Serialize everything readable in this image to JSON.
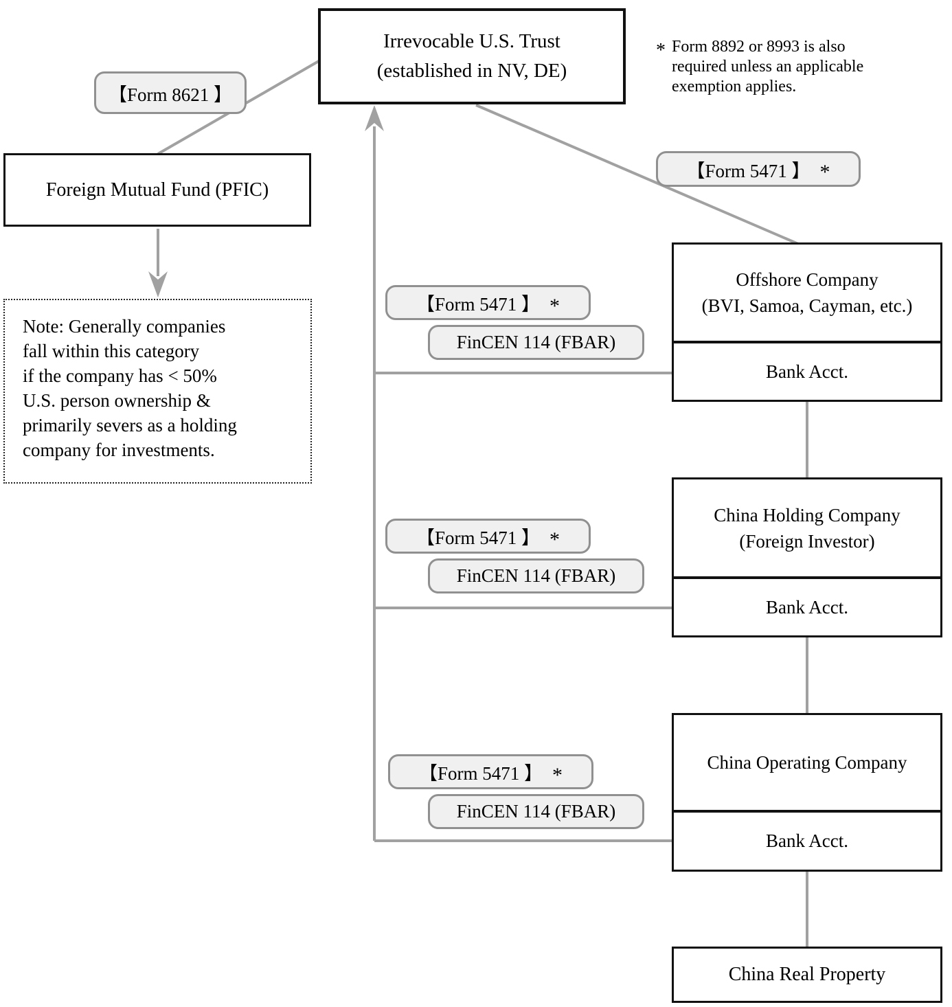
{
  "trust": {
    "line1": "Irrevocable U.S. Trust",
    "line2": "(established in NV, DE)"
  },
  "footnote": {
    "marker": "*",
    "lines": [
      "Form 8892 or 8993 is also",
      "required unless an applicable",
      "exemption applies."
    ]
  },
  "labels": {
    "form_8621": "【Form 8621 】",
    "form_5471": "【Form 5471 】",
    "asterisk": "*",
    "fincen_114": "FinCEN 114 (FBAR)"
  },
  "pfic": {
    "title": "Foreign Mutual Fund (PFIC)"
  },
  "note": {
    "lines": [
      "Note: Generally companies",
      "fall within this category",
      "if the company has < 50%",
      "U.S. person ownership &",
      "primarily severs as a holding",
      "company for investments."
    ]
  },
  "offshore": {
    "line1": "Offshore Company",
    "line2": "(BVI, Samoa, Cayman, etc.)",
    "bank_label": "Bank Acct."
  },
  "china_holding": {
    "line1": "China Holding Company",
    "line2": "(Foreign Investor)",
    "bank_label": "Bank Acct."
  },
  "china_operating": {
    "line1": "China Operating Company",
    "bank_label": "Bank Acct."
  },
  "china_real_property": {
    "title": "China Real Property"
  },
  "colors": {
    "connector_gray": "#a1a1a1",
    "label_fill": "#f0f0f0",
    "label_border": "#909090",
    "box_border": "#111111"
  }
}
